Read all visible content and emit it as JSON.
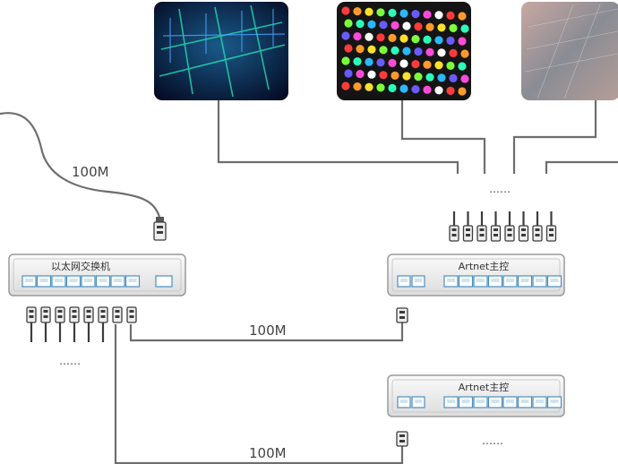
{
  "switch": {
    "label": "以太网交换机"
  },
  "controllers": [
    {
      "label": "Artnet主控"
    },
    {
      "label": "Artnet主控"
    }
  ],
  "links": [
    {
      "label": "100M"
    },
    {
      "label": "100M"
    },
    {
      "label": "100M"
    }
  ],
  "ellipses": {
    "switch_cables": "……",
    "controller_top": "……",
    "controller_bottom": "……"
  },
  "colors": {
    "wire": "#6e6e6e",
    "device_body": "#f1f1f1",
    "device_border": "#9a9a9a",
    "port": "#4a90c0",
    "plug": "#3c3c3c"
  }
}
